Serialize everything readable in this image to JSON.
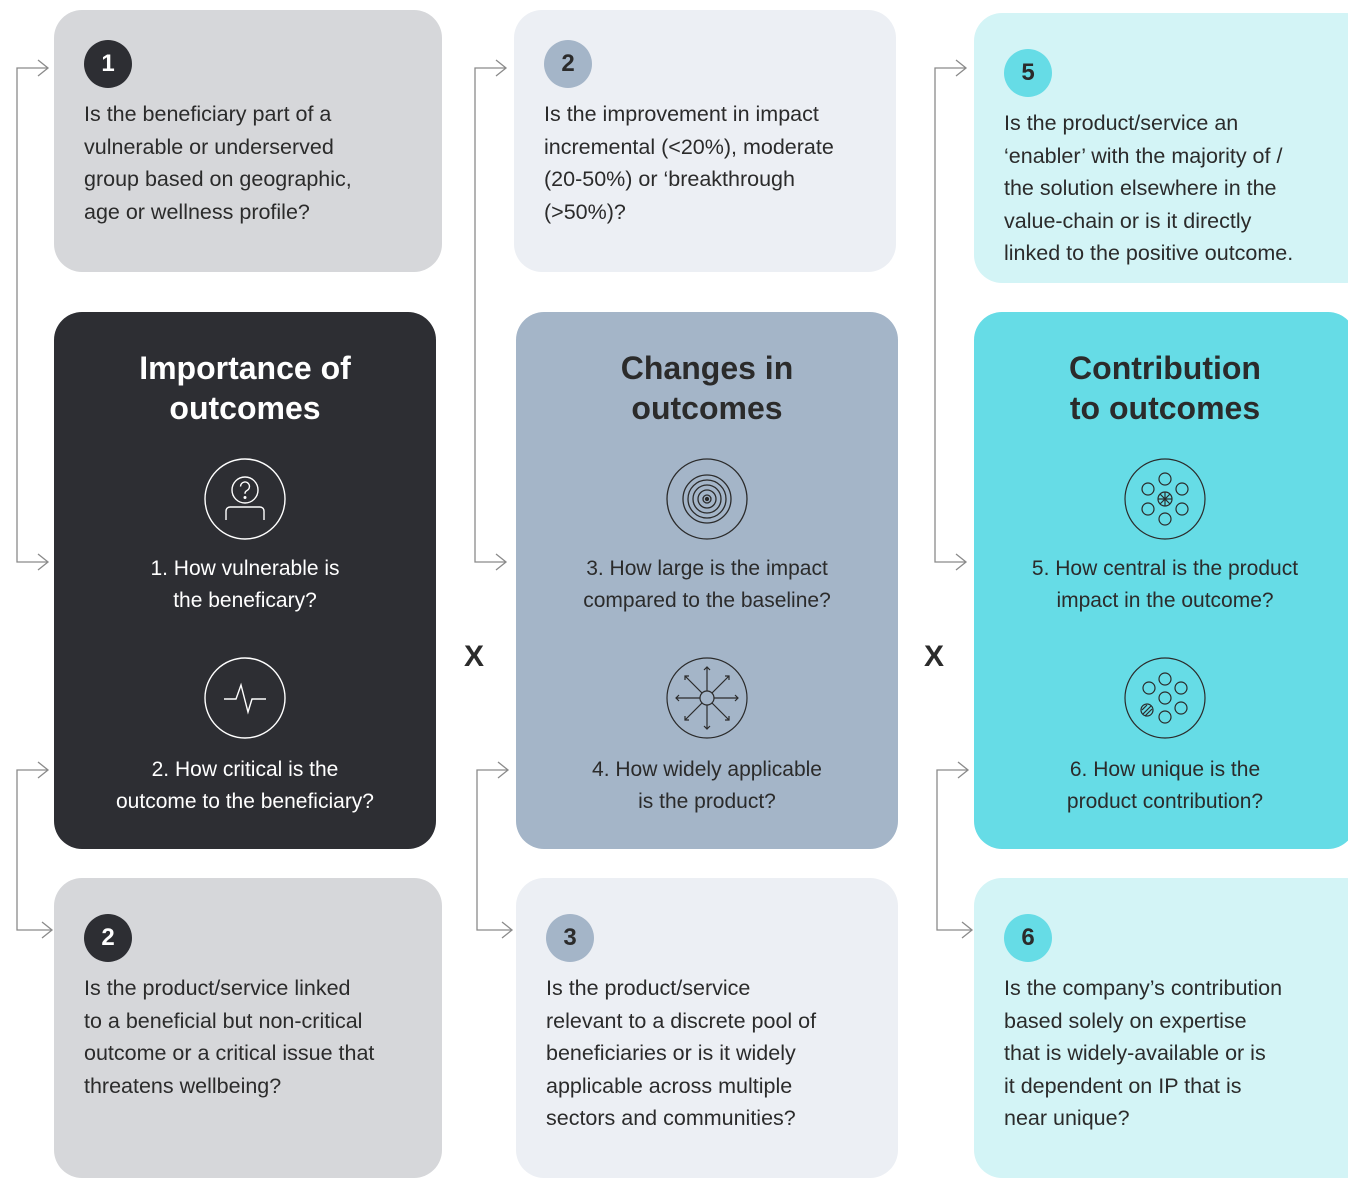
{
  "colors": {
    "dark": "#2d2e33",
    "grey_card": "#d6d7da",
    "slate_card": "#a4b5c8",
    "slate_light": "#eceff4",
    "teal_card": "#66dce6",
    "teal_light": "#d3f4f6",
    "text_dark": "#2b2b2b"
  },
  "columns": [
    {
      "top_question": {
        "number": "1",
        "text": "Is the beneficiary part of a\nvulnerable or underserved\ngroup based on geographic,\nage or wellness profile?"
      },
      "main": {
        "title": "Importance of\noutcomes",
        "items": [
          {
            "icon": "person-question-icon",
            "label": "1. How vulnerable is\nthe beneficary?"
          },
          {
            "icon": "pulse-icon",
            "label": "2. How critical is the\noutcome to the beneficiary?"
          }
        ]
      },
      "bottom_question": {
        "number": "2",
        "text": "Is the product/service linked\nto a beneficial but non-critical\noutcome or a critical issue that\nthreatens wellbeing?"
      }
    },
    {
      "top_question": {
        "number": "2",
        "text": "Is the improvement in impact\nincremental (<20%), moderate\n(20-50%) or ‘breakthrough\n(>50%)?"
      },
      "main": {
        "title": "Changes in\noutcomes",
        "items": [
          {
            "icon": "concentric-circles-icon",
            "label": "3. How large is the impact\ncompared to the baseline?"
          },
          {
            "icon": "radiating-arrows-icon",
            "label": "4. How widely applicable\nis the product?"
          }
        ]
      },
      "bottom_question": {
        "number": "3",
        "text": "Is the product/service\nrelevant to a discrete pool of\nbeneficiaries or is it widely\napplicable across multiple\nsectors and communities?"
      }
    },
    {
      "top_question": {
        "number": "5",
        "text": "Is the product/service an\n‘enabler’ with the majority of /\nthe solution elsewhere in the\nvalue-chain or is it directly\nlinked to the positive outcome."
      },
      "main": {
        "title": "Contribution\nto outcomes",
        "items": [
          {
            "icon": "network-hub-icon",
            "label": "5. How central is the product\nimpact in the outcome?"
          },
          {
            "icon": "circle-cluster-icon",
            "label": "6. How unique is the\nproduct contribution?"
          }
        ]
      },
      "bottom_question": {
        "number": "6",
        "text": "Is the company’s contribution\nbased solely on expertise\nthat is widely-available or is\nit dependent on IP that is\nnear unique?"
      }
    }
  ],
  "operators": [
    "X",
    "X"
  ]
}
